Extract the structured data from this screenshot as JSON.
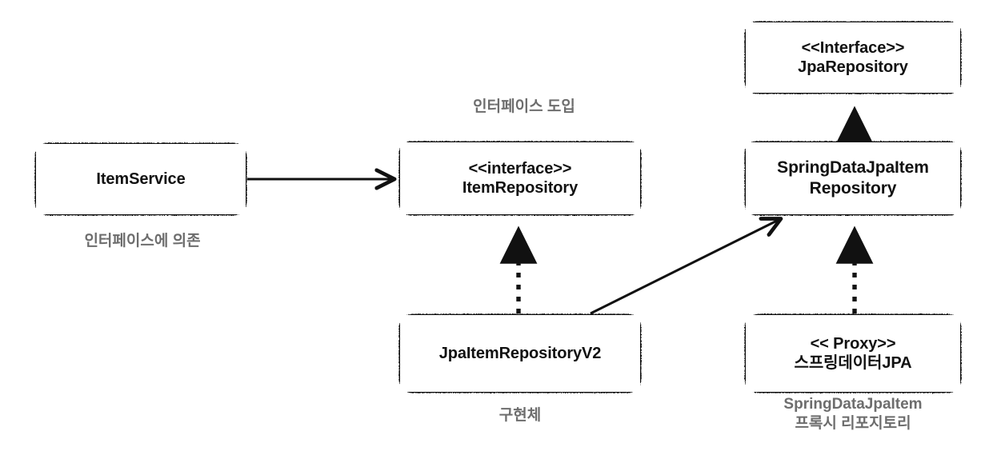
{
  "diagram": {
    "title": "Spring Data JPA repository structure",
    "background": "#ffffff",
    "text_color": "#111111",
    "caption_color": "#6d6d6d",
    "stroke_color": "#111111"
  },
  "nodes": {
    "item_service": {
      "line1": "ItemService",
      "line2": ""
    },
    "item_repository": {
      "line1": "<<interface>>",
      "line2": "ItemRepository"
    },
    "jpa_repository": {
      "line1": "<<Interface>>",
      "line2": "JpaRepository"
    },
    "spring_data_jpa_item_repository": {
      "line1": "SpringDataJpaItem",
      "line2": "Repository"
    },
    "jpa_item_repository_v2": {
      "line1": "JpaItemRepositoryV2",
      "line2": ""
    },
    "proxy": {
      "line1": "<< Proxy>>",
      "line2": "스프링데이터JPA"
    }
  },
  "captions": {
    "interface_adoption": "인터페이스 도입",
    "depends_on_interface": "인터페이스에 의존",
    "implementation": "구현체",
    "proxy_repository_line1": "SpringDataJpaItem",
    "proxy_repository_line2": "프록시 리포지토리"
  },
  "edges": [
    {
      "name": "item-service-to-item-repository",
      "from": "ItemService",
      "to": "ItemRepository",
      "style": "solid",
      "arrowhead": "open"
    },
    {
      "name": "jpa-item-v2-implements-item-repository",
      "from": "JpaItemRepositoryV2",
      "to": "ItemRepository",
      "style": "dashed",
      "arrowhead": "filled-triangle"
    },
    {
      "name": "jpa-item-v2-to-spring-data-repository",
      "from": "JpaItemRepositoryV2",
      "to": "SpringDataJpaItemRepository",
      "style": "solid",
      "arrowhead": "open"
    },
    {
      "name": "spring-data-repository-implements-jpa-repository",
      "from": "SpringDataJpaItemRepository",
      "to": "JpaRepository",
      "style": "dashed",
      "arrowhead": "filled-triangle"
    },
    {
      "name": "proxy-implements-spring-data-repository",
      "from": "스프링데이터JPA Proxy",
      "to": "SpringDataJpaItemRepository",
      "style": "dashed",
      "arrowhead": "filled-triangle"
    }
  ]
}
